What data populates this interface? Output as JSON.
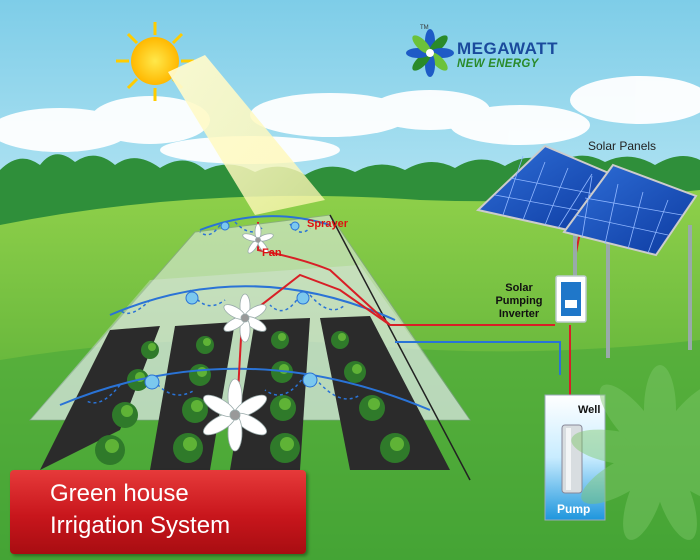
{
  "logo": {
    "top": "MEGAWATT",
    "bottom": "NEW ENERGY",
    "tm": "TM"
  },
  "labels": {
    "solar_panels": "Solar Panels",
    "sprayer": "Sprayer",
    "fan": "Fan",
    "inverter": "Solar Pumping Inverter",
    "well": "Well",
    "pump": "Pump"
  },
  "title": {
    "line1": "Green house",
    "line2": "Irrigation System"
  },
  "colors": {
    "sky": "#a9dff0",
    "grass": "#6cc23a",
    "hills": "#2f8f3a",
    "pipe_red": "#d81f26",
    "pipe_blue": "#2a73d6",
    "banner": "#c8161c",
    "logo_blue": "#1a4a9c",
    "logo_green": "#2a8a2a"
  },
  "icons": [
    "sun-icon",
    "megawatt-logo-icon",
    "fan-icon",
    "sprayer-icon",
    "solar-panel-icon",
    "inverter-icon",
    "pump-icon"
  ]
}
